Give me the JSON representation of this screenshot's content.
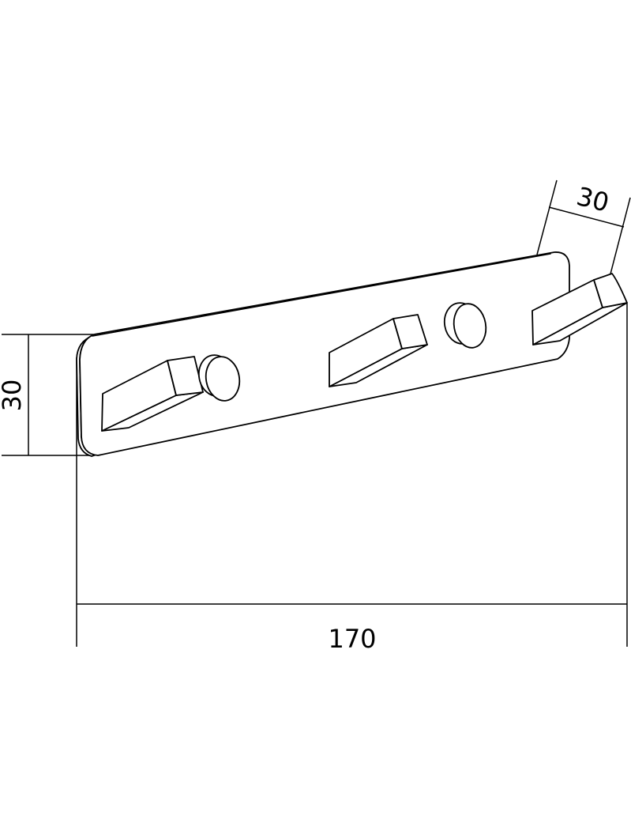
{
  "dimensions": {
    "height_label": "30",
    "width_label": "170",
    "depth_label": "30"
  }
}
